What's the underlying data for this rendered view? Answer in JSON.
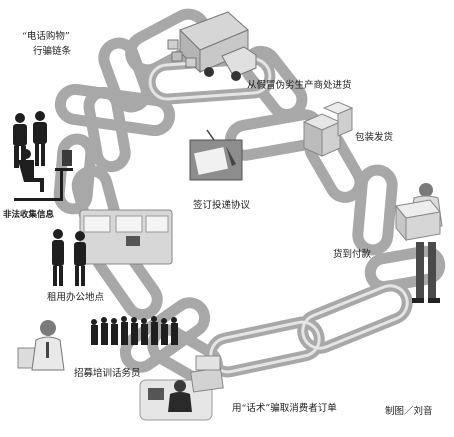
{
  "title": {
    "line1": "“电话购物”",
    "line2": "行骗链条"
  },
  "steps": [
    {
      "id": "source",
      "label": "从假冒伪劣生产商处进货",
      "icon": "delivery-truck-icon"
    },
    {
      "id": "pack",
      "label": "包装发货",
      "icon": "boxes-icon"
    },
    {
      "id": "contract",
      "label": "签订投递协议",
      "icon": "signing-contract-icon"
    },
    {
      "id": "info",
      "label": "非法收集信息",
      "icon": "office-people-icon"
    },
    {
      "id": "office",
      "label": "租用办公地点",
      "icon": "handshake-office-icon"
    },
    {
      "id": "recruit",
      "label": "招募培训话务员",
      "icon": "recruit-staff-icon"
    },
    {
      "id": "order",
      "label": "用“话术”骗取消费者订单",
      "icon": "call-center-icon"
    },
    {
      "id": "pay",
      "label": "货到付款",
      "icon": "delivery-man-icon"
    }
  ],
  "credit": "制图／刘音"
}
